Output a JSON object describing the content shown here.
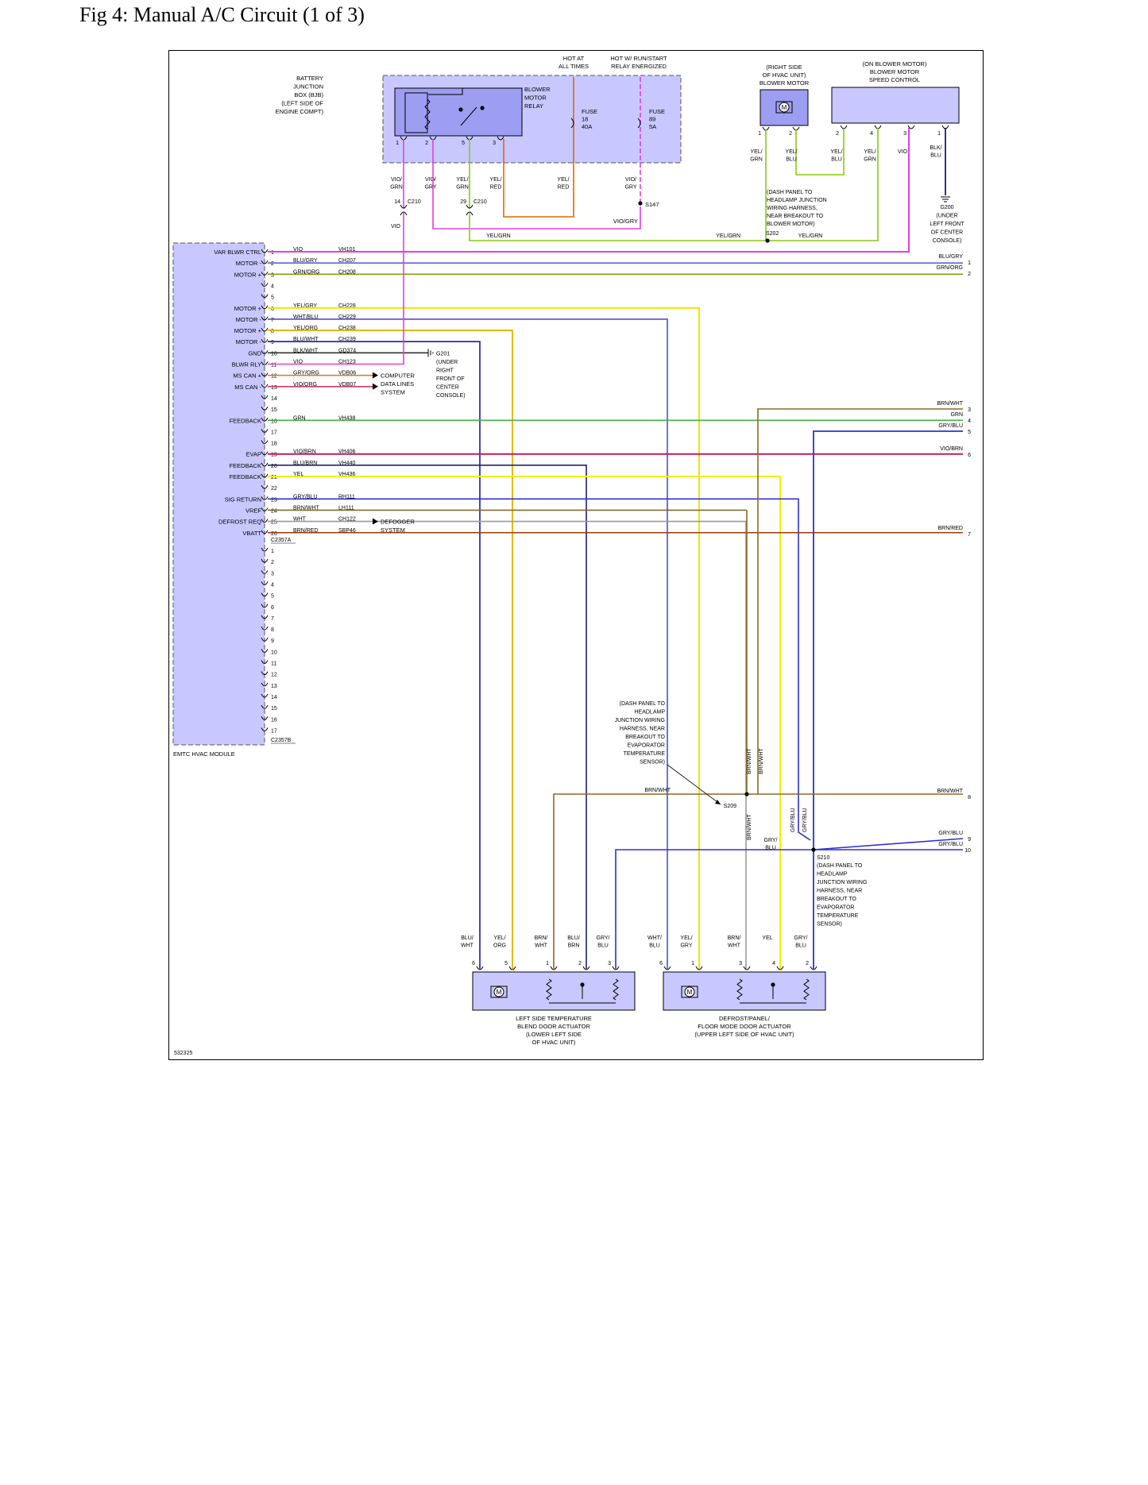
{
  "page": {
    "title": "Fig 4: Manual A/C Circuit (1 of 3)",
    "figure_id": "532325"
  },
  "colors": {
    "component_fill": "#c8c8ff",
    "component_dark": "#9d9df2",
    "VIO": "#e040e0",
    "VIO/BRN": "#c0186a",
    "VIO/ORG": "#d03a6a",
    "BLU/GRY": "#6060e0",
    "GRN/ORG": "#8a9a10",
    "YEL/GRN": "#8cc814",
    "YEL/GRY": "#e8e800",
    "WHT/BLU": "#5050cc",
    "YEL/ORG": "#e0b400",
    "BLU/WHT": "#1a1aa0",
    "BLK/WHT": "#333333",
    "GRY/ORG": "#d08040",
    "GRN": "#40b040",
    "BLU/BRN": "#202070",
    "YEL": "#f0f000",
    "GRY/BLU": "#3030d0",
    "BRN/WHT": "#8a6a2a",
    "WHT": "#999999",
    "BRN/RED": "#a03a0a",
    "YEL/RED": "#e06a00",
    "VIO/GRN": "#e040e0",
    "VIO/GRY": "#e040e0",
    "BLK/BLU": "#000060"
  },
  "bjb": {
    "label": [
      "BATTERY",
      "JUNCTION",
      "BOX (BJB)",
      "(LEFT SIDE OF",
      "ENGINE COMPT)"
    ],
    "relay_label": [
      "BLOWER",
      "MOTOR",
      "RELAY"
    ],
    "relay_pins": [
      "1",
      "2",
      "5",
      "3"
    ],
    "hot_all_times": [
      "HOT AT",
      "ALL TIMES"
    ],
    "hot_run_start": [
      "HOT W/ RUN/START",
      "RELAY ENERGIZED"
    ],
    "fuse18": [
      "FUSE",
      "18",
      "40A"
    ],
    "fuse89": [
      "FUSE",
      "89",
      "5A"
    ]
  },
  "blower_motor": {
    "label": [
      "(RIGHT SIDE",
      "OF HVAC UNIT)",
      "BLOWER MOTOR"
    ],
    "pins": [
      "1",
      "2"
    ],
    "symbol": "M"
  },
  "speed_control": {
    "label": [
      "(ON BLOWER MOTOR)",
      "BLOWER MOTOR",
      "SPEED CONTROL"
    ],
    "pins": [
      "2",
      "4",
      "3",
      "1"
    ]
  },
  "upper_wires": {
    "w1": [
      "VIO/",
      "GRN"
    ],
    "w2": [
      "VIO/",
      "GRY"
    ],
    "w3": [
      "YEL/",
      "GRN"
    ],
    "w4": [
      "YEL/",
      "RED"
    ],
    "w5": [
      "YEL/",
      "RED"
    ],
    "w6": [
      "VIO/",
      "GRY"
    ],
    "bm1": [
      "YEL/",
      "GRN"
    ],
    "bm2": [
      "YEL/",
      "BLU"
    ],
    "sc2": [
      "YEL/",
      "BLU"
    ],
    "sc4": [
      "YEL/",
      "GRN"
    ],
    "sc3": "VIO",
    "sc1": [
      "BLK/",
      "BLU"
    ],
    "c210_14": "14",
    "c210_29": "29",
    "c210": "C210",
    "vio_below": "VIO",
    "s147": "S147",
    "vio_gry_s147": "VIO/GRY",
    "yel_grn_a": "YEL/GRN",
    "yel_grn_b": "YEL/GRN",
    "yel_grn_c": "YEL/GRN",
    "s202": "S202",
    "s202_note": [
      "(DASH PANEL TO",
      "HEADLAMP JUNCTION",
      "WIRING HARNESS,",
      "NEAR BREAKOUT TO",
      "BLOWER MOTOR)"
    ],
    "g200": [
      "G200",
      "(UNDER",
      "LEFT FRONT",
      "OF CENTER",
      "CONSOLE)"
    ]
  },
  "module": {
    "name": "EMTC HVAC MODULE",
    "connector_a": "C2357A",
    "connector_b": "C2357B",
    "pins_a": [
      {
        "n": "1",
        "func": "VAR BLWR CTRL",
        "color": "VIO",
        "circuit": "VH101"
      },
      {
        "n": "2",
        "func": "MOTOR -",
        "color": "BLU/GRY",
        "circuit": "CH207"
      },
      {
        "n": "3",
        "func": "MOTOR +",
        "color": "GRN/ORG",
        "circuit": "CH208"
      },
      {
        "n": "4",
        "func": "",
        "color": "",
        "circuit": ""
      },
      {
        "n": "5",
        "func": "",
        "color": "",
        "circuit": ""
      },
      {
        "n": "6",
        "func": "MOTOR +",
        "color": "YEL/GRY",
        "circuit": "CH228"
      },
      {
        "n": "7",
        "func": "MOTOR -",
        "color": "WHT/BLU",
        "circuit": "CH229"
      },
      {
        "n": "8",
        "func": "MOTOR +",
        "color": "YEL/ORG",
        "circuit": "CH238"
      },
      {
        "n": "9",
        "func": "MOTOR -",
        "color": "BLU/WHT",
        "circuit": "CH239"
      },
      {
        "n": "10",
        "func": "GND",
        "color": "BLK/WHT",
        "circuit": "GD374"
      },
      {
        "n": "11",
        "func": "BLWR RLY",
        "color": "VIO",
        "circuit": "CH123"
      },
      {
        "n": "12",
        "func": "MS CAN +",
        "color": "GRY/ORG",
        "circuit": "VDB06"
      },
      {
        "n": "13",
        "func": "MS CAN -",
        "color": "VIO/ORG",
        "circuit": "VDB07"
      },
      {
        "n": "14",
        "func": "",
        "color": "",
        "circuit": ""
      },
      {
        "n": "15",
        "func": "",
        "color": "",
        "circuit": ""
      },
      {
        "n": "16",
        "func": "FEEDBACK",
        "color": "GRN",
        "circuit": "VH438"
      },
      {
        "n": "17",
        "func": "",
        "color": "",
        "circuit": ""
      },
      {
        "n": "18",
        "func": "",
        "color": "",
        "circuit": ""
      },
      {
        "n": "19",
        "func": "EVAP",
        "color": "VIO/BRN",
        "circuit": "VH406"
      },
      {
        "n": "20",
        "func": "FEEDBACK",
        "color": "BLU/BRN",
        "circuit": "VH440"
      },
      {
        "n": "21",
        "func": "FEEDBACK",
        "color": "YEL",
        "circuit": "VH436"
      },
      {
        "n": "22",
        "func": "",
        "color": "",
        "circuit": ""
      },
      {
        "n": "23",
        "func": "SIG RETURN",
        "color": "GRY/BLU",
        "circuit": "RH111"
      },
      {
        "n": "24",
        "func": "VREF",
        "color": "BRN/WHT",
        "circuit": "LH111"
      },
      {
        "n": "25",
        "func": "DEFROST REQ",
        "color": "WHT",
        "circuit": "CH122"
      },
      {
        "n": "26",
        "func": "VBATT",
        "color": "BRN/RED",
        "circuit": "SBP46"
      }
    ],
    "pins_b": [
      "1",
      "2",
      "3",
      "4",
      "5",
      "6",
      "7",
      "8",
      "9",
      "10",
      "11",
      "12",
      "13",
      "14",
      "15",
      "16",
      "17"
    ]
  },
  "side_notes": {
    "g201": [
      "G201",
      "(UNDER",
      "RIGHT",
      "FRONT OF",
      "CENTER",
      "CONSOLE)"
    ],
    "computer": [
      "COMPUTER",
      "DATA LINES",
      "SYSTEM"
    ],
    "defogger": [
      "DEFOGGER",
      "SYSTEM"
    ]
  },
  "right_refs": [
    {
      "label": "BLU/GRY",
      "num": "1"
    },
    {
      "label": "GRN/ORG",
      "num": "2"
    },
    {
      "label": "BRN/WHT",
      "num": "3"
    },
    {
      "label": "GRN",
      "num": "4"
    },
    {
      "label": "GRY/BLU",
      "num": "5"
    },
    {
      "label": "VIO/BRN",
      "num": "6"
    },
    {
      "label": "BRN/RED",
      "num": "7"
    },
    {
      "label": "BRN/WHT",
      "num": "8"
    },
    {
      "label": "GRY/BLU",
      "num": "9"
    },
    {
      "label": "GRY/BLU",
      "num": "10"
    }
  ],
  "splices": {
    "s209": "S209",
    "s209_note": [
      "(DASH PANEL TO",
      "HEADLAMP",
      "JUNCTION WIRING",
      "HARNESS, NEAR",
      "BREAKOUT TO",
      "EVAPORATOR",
      "TEMPERATURE",
      "SENSOR)"
    ],
    "s210": "S210",
    "s210_note": [
      "(DASH PANEL TO",
      "HEADLAMP",
      "JUNCTION WIRING",
      "HARNESS, NEAR",
      "BREAKOUT TO",
      "EVAPORATOR",
      "TEMPERATURE",
      "SENSOR)"
    ],
    "brn_wht": "BRN/WHT",
    "gry_blu": "GRY/BLU",
    "gry_blu_split": [
      "GRY/",
      "BLU"
    ]
  },
  "left_actuator": {
    "label": [
      "LEFT SIDE TEMPERATURE",
      "BLEND DOOR ACTUATOR",
      "(LOWER LEFT SIDE",
      "OF HVAC UNIT)"
    ],
    "pins": [
      "6",
      "5",
      "1",
      "2",
      "3"
    ],
    "wires": [
      [
        "BLU/",
        "WHT"
      ],
      [
        "YEL/",
        "ORG"
      ],
      [
        "BRN/",
        "WHT"
      ],
      [
        "BLU/",
        "BRN"
      ],
      [
        "GRY/",
        "BLU"
      ]
    ]
  },
  "right_actuator": {
    "label": [
      "DEFROST/PANEL/",
      "FLOOR MODE DOOR ACTUATOR",
      "(UPPER LEFT SIDE OF HVAC UNIT)"
    ],
    "pins": [
      "6",
      "1",
      "3",
      "4",
      "2"
    ],
    "wires": [
      [
        "WHT/",
        "BLU"
      ],
      [
        "YEL/",
        "GRY"
      ],
      [
        "BRN/",
        "WHT"
      ],
      [
        "YEL",
        ""
      ],
      [
        "GRY/",
        "BLU"
      ]
    ]
  }
}
